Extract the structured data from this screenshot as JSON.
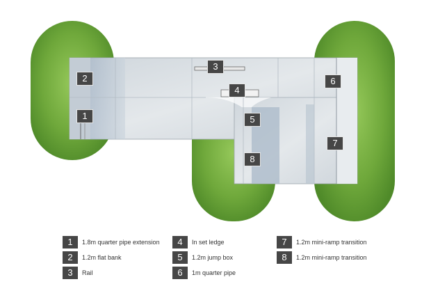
{
  "features": [
    {
      "id": "1",
      "label": "1.8m quarter pipe extension"
    },
    {
      "id": "2",
      "label": "1.2m flat bank"
    },
    {
      "id": "3",
      "label": "Rail"
    },
    {
      "id": "4",
      "label": "In set ledge"
    },
    {
      "id": "5",
      "label": "1.2m jump box"
    },
    {
      "id": "6",
      "label": "1m quarter pipe"
    },
    {
      "id": "7",
      "label": "1.2m mini-ramp transition"
    },
    {
      "id": "8",
      "label": "1.2m mini-ramp transition"
    }
  ],
  "colors": {
    "grass": "#5d9b32",
    "grass_light": "#8cc24f",
    "concrete": "#d7dde2",
    "concrete_shadow": "#a9b7c6",
    "badge": "#464646"
  }
}
